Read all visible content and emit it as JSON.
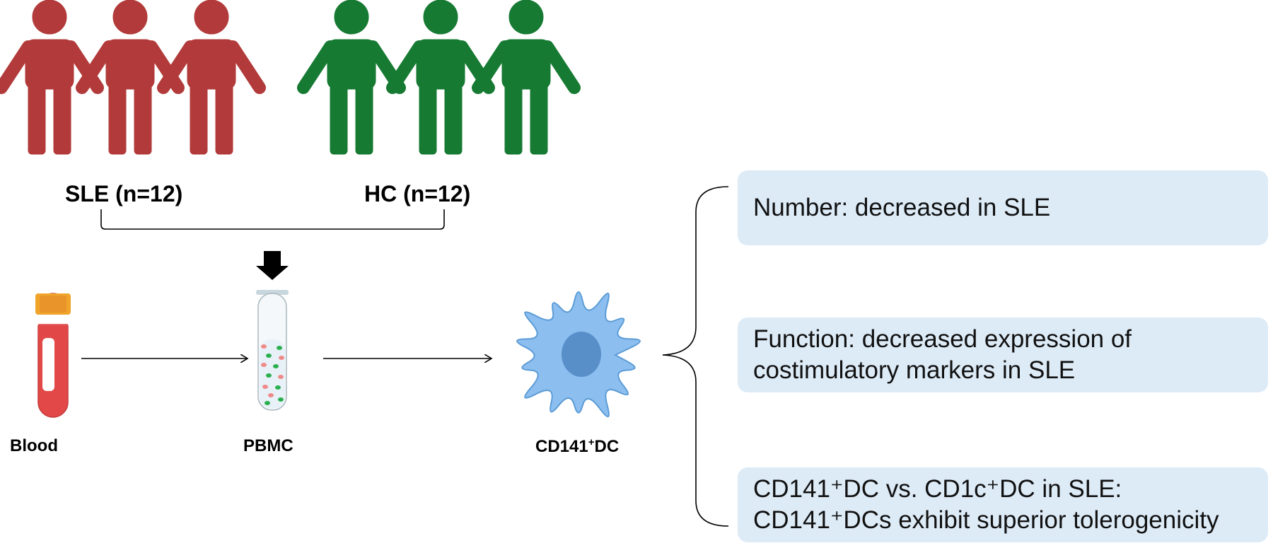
{
  "groups": {
    "sle_label": "SLE (n=12)",
    "hc_label": "HC (n=12)",
    "sle_color": "#b23a3a",
    "hc_color": "#177a33"
  },
  "steps": {
    "blood": "Blood",
    "pbmc": "PBMC",
    "dc_main": "CD141",
    "dc_sup": "+",
    "dc_tail": "DC"
  },
  "findings": [
    {
      "text": "Number: decreased in SLE"
    },
    {
      "text": "Function: decreased  expression of costimulatory markers in SLE"
    },
    {
      "text": "CD141⁺DC vs. CD1c⁺DC in SLE: CD141⁺DCs exhibit superior tolerogenicity"
    }
  ],
  "colors": {
    "box_bg": "#ddebf7",
    "dc_cell": "#8cbff0",
    "dc_nucleus": "#4f86c2",
    "tube_blood": "#e24848",
    "cap": "#f0a42a"
  },
  "icons": [
    "person-icon",
    "blood-tube-icon",
    "pbmc-tube-icon",
    "dendritic-cell-icon",
    "arrow-icon",
    "brace-icon"
  ]
}
